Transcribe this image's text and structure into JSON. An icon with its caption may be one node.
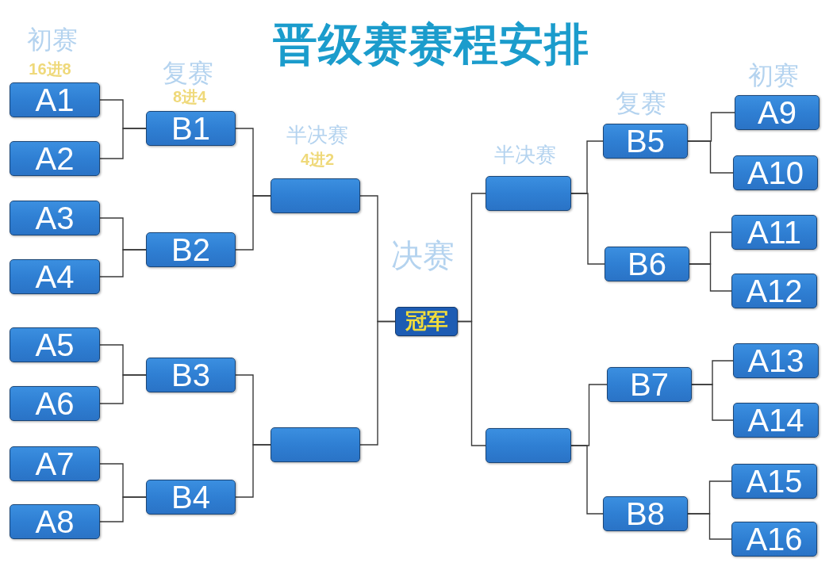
{
  "diagram": {
    "title": "晋级赛赛程安排",
    "nodes": [
      {
        "text": [
          "A1"
        ]
      },
      {
        "text": [
          "A2"
        ]
      },
      {
        "text": [
          "A3"
        ]
      },
      {
        "text": [
          "A4"
        ]
      },
      {
        "text": [
          "A5"
        ]
      },
      {
        "text": [
          "A6"
        ]
      },
      {
        "text": [
          "A7"
        ]
      },
      {
        "text": [
          "A8"
        ]
      },
      {
        "text": [
          "B1"
        ]
      },
      {
        "text": [
          "B2"
        ]
      },
      {
        "text": [
          "B3"
        ]
      },
      {
        "text": [
          "B4"
        ]
      },
      {
        "text": [],
        "shape": "box"
      },
      {
        "text": [],
        "shape": "box"
      },
      {
        "text": [
          "冠军"
        ]
      },
      {
        "text": [],
        "shape": "box"
      },
      {
        "text": [],
        "shape": "box"
      },
      {
        "text": [
          "B5"
        ]
      },
      {
        "text": [
          "B6"
        ]
      },
      {
        "text": [
          "B7"
        ]
      },
      {
        "text": [
          "B8"
        ]
      },
      {
        "text": [
          "A9"
        ]
      },
      {
        "text": [
          "A10"
        ]
      },
      {
        "text": [
          "A11"
        ]
      },
      {
        "text": [
          "A12"
        ]
      },
      {
        "text": [
          "A13"
        ]
      },
      {
        "text": [
          "A14"
        ]
      },
      {
        "text": [
          "A15"
        ]
      },
      {
        "text": [
          "A16"
        ]
      }
    ],
    "edges": [
      {
        "from": 0,
        "to": 8,
        "arrow": "none"
      },
      {
        "from": 1,
        "to": 8,
        "arrow": "none"
      },
      {
        "from": 2,
        "to": 9,
        "arrow": "none"
      },
      {
        "from": 3,
        "to": 9,
        "arrow": "none"
      },
      {
        "from": 4,
        "to": 10,
        "arrow": "none"
      },
      {
        "from": 5,
        "to": 10,
        "arrow": "none"
      },
      {
        "from": 6,
        "to": 11,
        "arrow": "none"
      },
      {
        "from": 7,
        "to": 11,
        "arrow": "none"
      },
      {
        "from": 8,
        "to": 12,
        "arrow": "none"
      },
      {
        "from": 9,
        "to": 12,
        "arrow": "none"
      },
      {
        "from": 10,
        "to": 13,
        "arrow": "none"
      },
      {
        "from": 11,
        "to": 13,
        "arrow": "none"
      },
      {
        "from": 12,
        "to": 14,
        "arrow": "none"
      },
      {
        "from": 13,
        "to": 14,
        "arrow": "none"
      },
      {
        "from": 15,
        "to": 14,
        "arrow": "none"
      },
      {
        "from": 16,
        "to": 14,
        "arrow": "none"
      },
      {
        "from": 17,
        "to": 15,
        "arrow": "none"
      },
      {
        "from": 18,
        "to": 15,
        "arrow": "none"
      },
      {
        "from": 19,
        "to": 16,
        "arrow": "none"
      },
      {
        "from": 20,
        "to": 16,
        "arrow": "none"
      },
      {
        "from": 21,
        "to": 17,
        "arrow": "none"
      },
      {
        "from": 22,
        "to": 17,
        "arrow": "none"
      },
      {
        "from": 23,
        "to": 18,
        "arrow": "none"
      },
      {
        "from": 24,
        "to": 18,
        "arrow": "none"
      },
      {
        "from": 25,
        "to": 19,
        "arrow": "none"
      },
      {
        "from": 26,
        "to": 19,
        "arrow": "none"
      },
      {
        "from": 27,
        "to": 20,
        "arrow": "none"
      },
      {
        "from": 28,
        "to": 20,
        "arrow": "none"
      }
    ],
    "labels": [
      "初赛",
      "16进8",
      "复赛",
      "8进4",
      "半决赛",
      "4进2",
      "决赛",
      "半决赛",
      "复赛",
      "初赛"
    ]
  }
}
